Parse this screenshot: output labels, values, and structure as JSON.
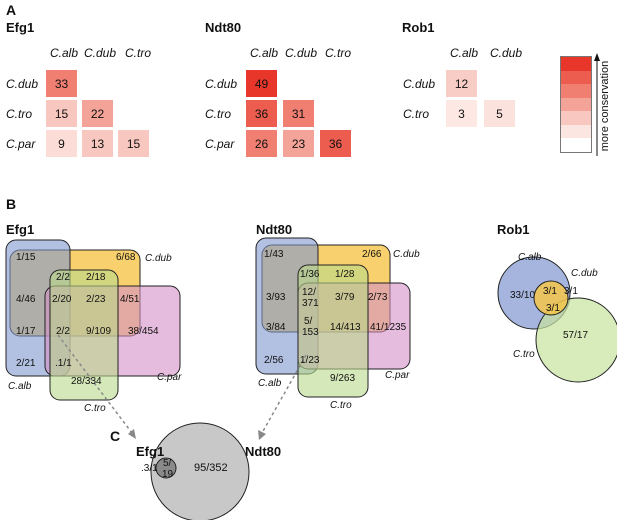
{
  "panel_letters": {
    "a": "A",
    "b": "B",
    "c": "C"
  },
  "panel_a": {
    "efg1": {
      "title": "Efg1",
      "col_labels": [
        "C.alb",
        "C.dub",
        "C.tro"
      ],
      "row_labels": [
        "C.dub",
        "C.tro",
        "C.par"
      ],
      "cells": [
        [
          "33"
        ],
        [
          "15",
          "22"
        ],
        [
          "9",
          "13",
          "15"
        ]
      ]
    },
    "ndt80": {
      "title": "Ndt80",
      "col_labels": [
        "C.alb",
        "C.dub",
        "C.tro"
      ],
      "row_labels": [
        "C.dub",
        "C.tro",
        "C.par"
      ],
      "cells": [
        [
          "49"
        ],
        [
          "36",
          "31"
        ],
        [
          "26",
          "23",
          "36"
        ]
      ]
    },
    "rob1": {
      "title": "Rob1",
      "col_labels": [
        "C.alb",
        "C.dub"
      ],
      "row_labels": [
        "C.dub",
        "C.tro"
      ],
      "cells": [
        [
          "12"
        ],
        [
          "3",
          "5"
        ]
      ]
    },
    "legend": {
      "label": "more conservation",
      "colors": [
        "#e8362a",
        "#ec5c4f",
        "#f07f72",
        "#f4a398",
        "#f8c7bf",
        "#fce6e2",
        "#ffffff"
      ]
    }
  },
  "panel_b": {
    "efg1": {
      "title": "Efg1",
      "set_labels": {
        "dub": "C.dub",
        "par": "C.par",
        "alb": "C.alb",
        "tro": "C.tro"
      },
      "values": {
        "alb_only": "1/15",
        "dub_only": "6/68",
        "par_only": "38/454",
        "tro_only": "28/334",
        "alb_dub_a": "4/46",
        "alb_dub_b": "2/20",
        "dub_c": "2/2",
        "dub_d": "2/18",
        "dub_e": "2/23",
        "dub_f": "4/51",
        "alb_g": "1/17",
        "alb_h": "2/2",
        "center": "9/109",
        "alb_tro": "2/21",
        "alb_tro_small": ".1/1"
      }
    },
    "ndt80": {
      "title": "Ndt80",
      "set_labels": {
        "dub": "C.dub",
        "par": "C.par",
        "alb": "C.alb",
        "tro": "C.tro"
      },
      "values": {
        "alb_only": "1/43",
        "dub_only": "2/66",
        "alb_dub_tro": "1/36",
        "dub_tro": "1/28",
        "alb_dub_par": "3/93",
        "four_way_a": "12/",
        "four_way_b": "371",
        "dub_tro_par": "3/79",
        "dub_par": "2/73",
        "alb_par": "3/84",
        "five_a": "5/",
        "five_b": "153",
        "tro_par": "14/413",
        "par_only": "41/1235",
        "alb_only2": "2/56",
        "alb_tro": "1/23",
        "tro_only": "9/263"
      }
    },
    "rob1": {
      "title": "Rob1",
      "set_labels": {
        "alb": "C.alb",
        "dub": "C.dub",
        "tro": "C.tro"
      },
      "values": {
        "alb_only": "33/10",
        "alb_dub": "3/1",
        "dub_tro": "3/1",
        "alb_tro": "3/1",
        "tro_only": "57/17"
      }
    }
  },
  "panel_c": {
    "label_efg1": "Efg1",
    "label_ndt80": "Ndt80",
    "efg1_only": ".3/1",
    "overlap_a": "5/",
    "overlap_b": "19",
    "ndt80_only": "95/352"
  },
  "colors": {
    "dub": "#f6c23e",
    "par": "#d48fc6",
    "alb": "#7f96cf",
    "tro": "#b9d98b",
    "rob_alb": "#8fa3d6",
    "rob_dub": "#f4c64a",
    "rob_tro": "#c8e29e",
    "c_fill": "#c8c8c8",
    "c_overlap": "#8a8a8a"
  }
}
